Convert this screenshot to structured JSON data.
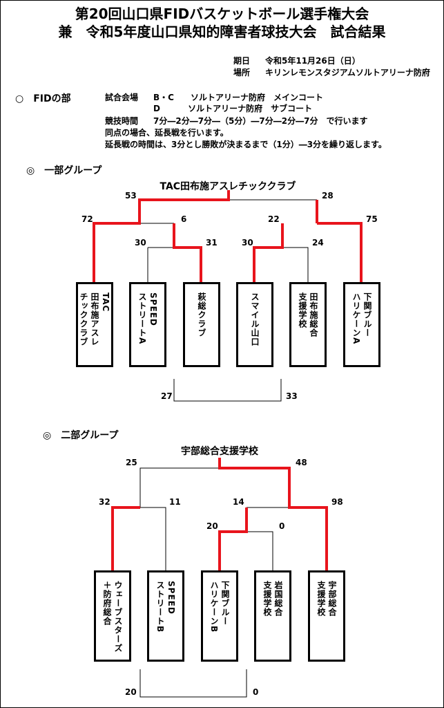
{
  "title_line1": "第20回山口県FIDバスケットボール選手権大会",
  "title_line2": "兼　令和5年度山口県知的障害者球技大会　試合結果",
  "date_label": "期日",
  "date_value": "令和5年11月26日（日）",
  "place_label": "場所",
  "place_value": "キリンレモンスタジアムソルトアリーナ防府",
  "section_fid": "○　FIDの部",
  "venue_label": "試合会場",
  "venue_line1": "B・C　　ソルトアリーナ防府　メインコート",
  "venue_line2": "D　　　 ソルトアリーナ防府　サブコート",
  "rules_label": "競技時間",
  "rules_line1": "7分―2分―7分―（5分）―7分―2分―7分　で行います",
  "rules_line2": "同点の場合、延長戦を行います。",
  "rules_line3": "延長戦の時間は、3分とし勝敗が決まるまで（1分）―3分を繰り返します。",
  "group1": {
    "heading": "◎　一部グループ",
    "winner": "TAC田布施アスレチッククラブ",
    "teams": [
      {
        "lines": [
          "TAC",
          "田布施アスレ",
          "チッククラブ"
        ]
      },
      {
        "lines": [
          "SPEED",
          "ストリートA"
        ]
      },
      {
        "lines": [
          "萩総クラブ"
        ]
      },
      {
        "lines": [
          "スマイル山口"
        ]
      },
      {
        "lines": [
          "田布施総合",
          "支援学校"
        ]
      },
      {
        "lines": [
          "下関ブルー",
          "ハリケーンA"
        ]
      }
    ],
    "scores": {
      "final_left": "53",
      "final_right": "28",
      "semi_left_a": "72",
      "semi_left_b": "6",
      "semi_right_a": "22",
      "semi_right_b": "75",
      "r1_left_a": "30",
      "r1_left_b": "31",
      "r1_right_a": "30",
      "r1_right_b": "24",
      "third_left": "27",
      "third_right": "33"
    }
  },
  "group2": {
    "heading": "◎　二部グループ",
    "winner": "宇部総合支援学校",
    "teams": [
      {
        "lines": [
          "ウェーブスターズ",
          "＋防府総合"
        ]
      },
      {
        "lines": [
          "SPEED",
          "ストリートB"
        ]
      },
      {
        "lines": [
          "下関ブルー",
          "ハリケーンB"
        ]
      },
      {
        "lines": [
          "岩国総合",
          "支援学校"
        ]
      },
      {
        "lines": [
          "宇部総合",
          "支援学校"
        ]
      }
    ],
    "scores": {
      "final_left": "25",
      "final_right": "48",
      "semi_left_a": "32",
      "semi_left_b": "11",
      "semi_right_a": "14",
      "semi_right_b": "98",
      "r1_a": "20",
      "r1_b": "0",
      "third_left": "20",
      "third_right": "0"
    }
  },
  "colors": {
    "win_line": "#e8141c",
    "line": "#000000"
  }
}
